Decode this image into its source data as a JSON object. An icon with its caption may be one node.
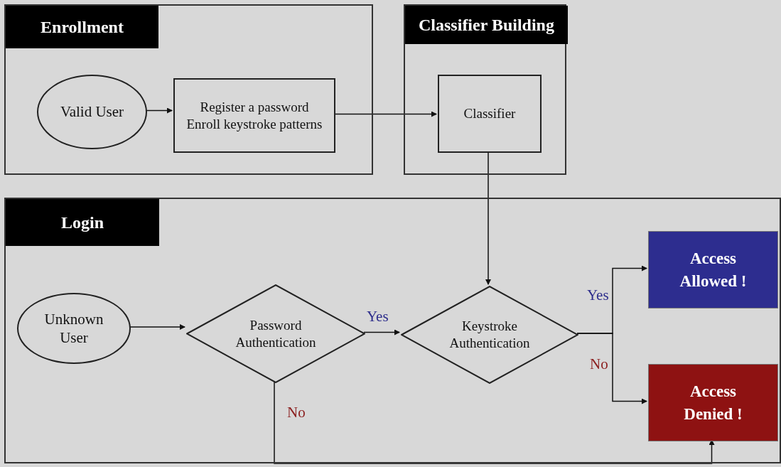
{
  "diagram": {
    "nodes": [
      {
        "text": [
          "Enrollment"
        ]
      },
      {
        "text": [
          "Valid User"
        ],
        "in": 0
      },
      {
        "text": [
          "Register a password",
          "Enroll keystroke patterns"
        ],
        "in": 0
      },
      {
        "text": [
          "Classifier Building"
        ]
      },
      {
        "text": [
          "Classifier"
        ],
        "in": 3
      },
      {
        "text": [
          "Login"
        ]
      },
      {
        "text": [
          "Unknown User"
        ],
        "in": 5
      },
      {
        "text": [
          "Password Authentication"
        ],
        "in": 5
      },
      {
        "text": [
          "Keystroke Authentication"
        ],
        "in": 5
      },
      {
        "text": [
          "Access Allowed !"
        ],
        "in": 5
      },
      {
        "text": [
          "Access Denied !"
        ],
        "in": 5
      }
    ],
    "edges": [
      {
        "from": 1,
        "to": 2,
        "arrow": "to"
      },
      {
        "from": 2,
        "to": 4,
        "arrow": "to"
      },
      {
        "from": 4,
        "to": 8,
        "arrow": "to"
      },
      {
        "from": 6,
        "to": 7,
        "arrow": "to"
      },
      {
        "from": 7,
        "to": 8,
        "arrow": "to",
        "label": "Yes"
      },
      {
        "from": 8,
        "to": 9,
        "arrow": "to",
        "label": "Yes"
      },
      {
        "from": 8,
        "to": 10,
        "arrow": "to",
        "label": "No"
      },
      {
        "from": 7,
        "to": 10,
        "arrow": "to",
        "label": "No"
      }
    ]
  }
}
